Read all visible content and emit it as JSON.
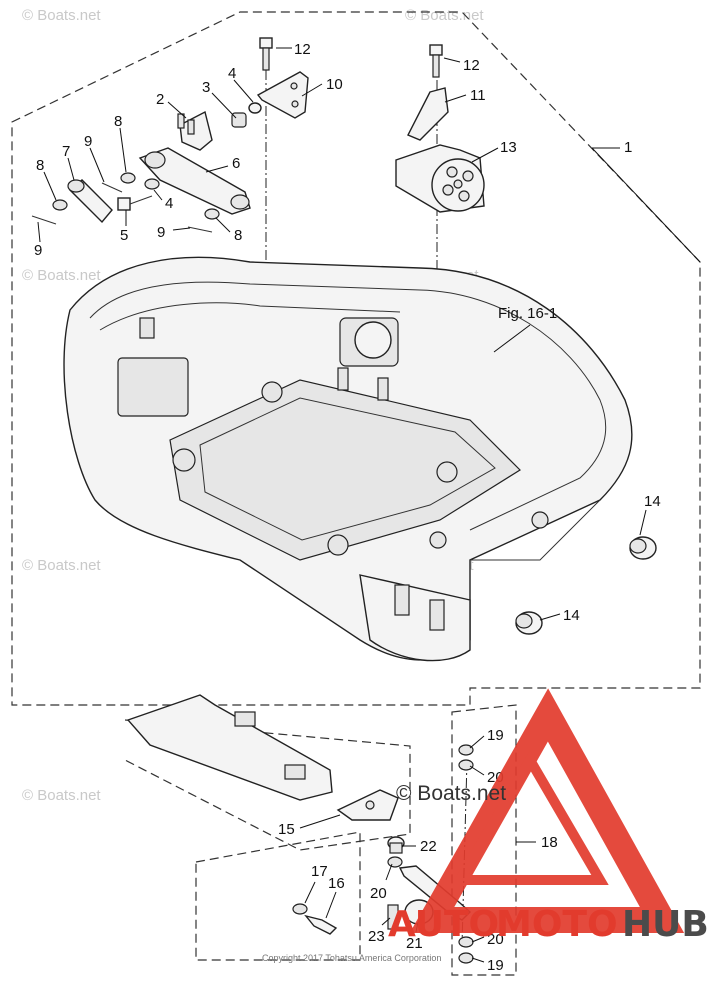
{
  "labels": [
    {
      "id": "callout-12a",
      "text": "12"
    },
    {
      "id": "callout-10",
      "text": "10"
    },
    {
      "id": "callout-4a",
      "text": "4"
    },
    {
      "id": "callout-3",
      "text": "3"
    },
    {
      "id": "callout-2",
      "text": "2"
    },
    {
      "id": "callout-8a",
      "text": "8"
    },
    {
      "id": "callout-9a",
      "text": "9"
    },
    {
      "id": "callout-7",
      "text": "7"
    },
    {
      "id": "callout-8b",
      "text": "8"
    },
    {
      "id": "callout-6",
      "text": "6"
    },
    {
      "id": "callout-4b",
      "text": "4"
    },
    {
      "id": "callout-5",
      "text": "5"
    },
    {
      "id": "callout-9b",
      "text": "9"
    },
    {
      "id": "callout-9c",
      "text": "9"
    },
    {
      "id": "callout-8c",
      "text": "8"
    },
    {
      "id": "callout-12b",
      "text": "12"
    },
    {
      "id": "callout-11",
      "text": "11"
    },
    {
      "id": "callout-13",
      "text": "13"
    },
    {
      "id": "callout-1",
      "text": "1"
    },
    {
      "id": "callout-fig",
      "text": "Fig. 16-1"
    },
    {
      "id": "callout-14a",
      "text": "14"
    },
    {
      "id": "callout-14b",
      "text": "14"
    },
    {
      "id": "callout-19a",
      "text": "19"
    },
    {
      "id": "callout-20a",
      "text": "20"
    },
    {
      "id": "callout-18",
      "text": "18"
    },
    {
      "id": "callout-15",
      "text": "15"
    },
    {
      "id": "callout-22",
      "text": "22"
    },
    {
      "id": "callout-17",
      "text": "17"
    },
    {
      "id": "callout-16",
      "text": "16"
    },
    {
      "id": "callout-20b",
      "text": "20"
    },
    {
      "id": "callout-23",
      "text": "23"
    },
    {
      "id": "callout-21",
      "text": "21"
    },
    {
      "id": "callout-20c",
      "text": "20"
    },
    {
      "id": "callout-19b",
      "text": "19"
    }
  ],
  "watermark": "© Boats.net",
  "copyright": "Copyright 2017 Tohatsu America Corporation",
  "brand": {
    "part1": "AUTO",
    "part2": "MOTO",
    "part3": "HUB",
    "red": "#e23b2d",
    "dark": "#4b4b4b"
  }
}
